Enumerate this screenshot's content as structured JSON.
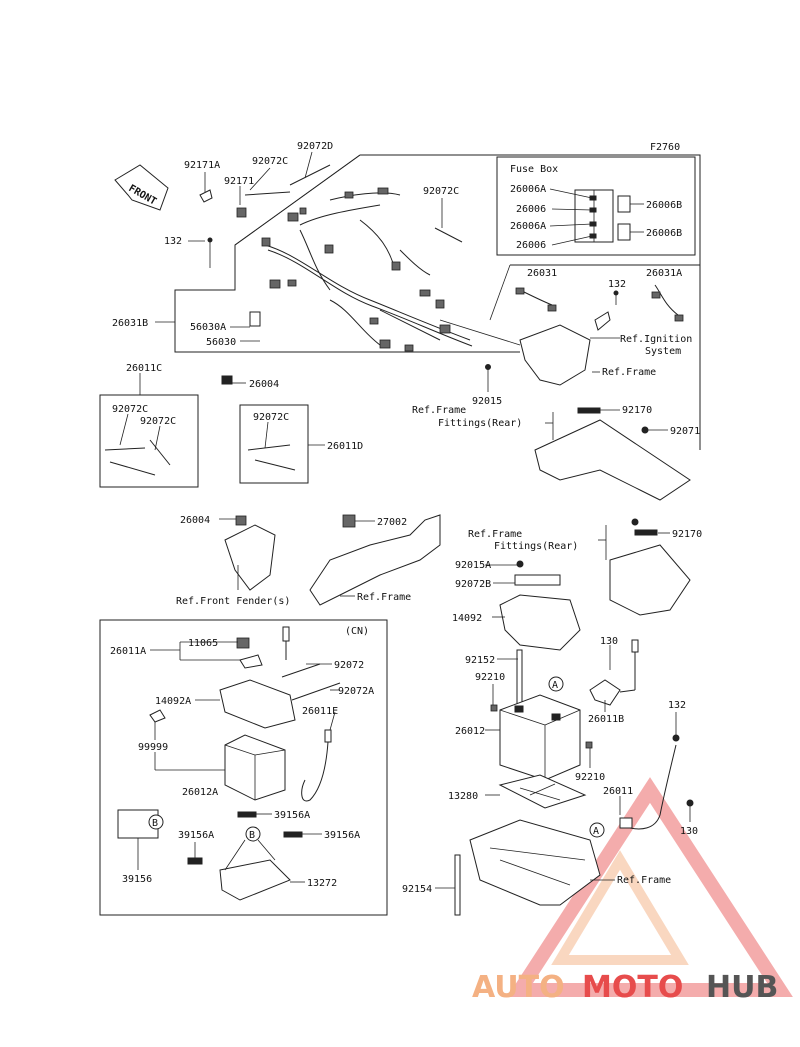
{
  "diagram_code": "F2760",
  "direction_label": "FRONT",
  "fuse_box": {
    "title": "Fuse Box",
    "left_labels": [
      "26006A",
      "26006",
      "26006A",
      "26006"
    ],
    "right_labels": [
      "26006B",
      "26006B"
    ]
  },
  "cn_label": "(CN)",
  "callouts": {
    "c92171A": "92171A",
    "c92072C_1": "92072C",
    "c92072D": "92072D",
    "c92171": "92171",
    "c92072C_2": "92072C",
    "c132_1": "132",
    "c26031B": "26031B",
    "c56030A": "56030A",
    "c56030": "56030",
    "c26004_1": "26004",
    "c26031": "26031",
    "c132_2": "132",
    "c26031A": "26031A",
    "c_ignition": "Ref.Ignition",
    "c_ignition2": "System",
    "c_frame_1": "Ref.Frame",
    "c92015": "92015",
    "c_fittings_1": "Ref.Frame",
    "c_fittings_1b": "Fittings(Rear)",
    "c92170_1": "92170",
    "c92071": "92071",
    "c26011C": "26011C",
    "c92072C_3": "92072C",
    "c92072C_4": "92072C",
    "c92072C_5": "92072C",
    "c26011D": "26011D",
    "c26004_2": "26004",
    "c27002": "27002",
    "c_front_fender": "Ref.Front Fender(s)",
    "c_frame_2": "Ref.Frame",
    "c_fittings_2": "Ref.Frame",
    "c_fittings_2b": "Fittings(Rear)",
    "c92170_2": "92170",
    "c92015A": "92015A",
    "c92072B": "92072B",
    "c14092": "14092",
    "c92152": "92152",
    "c130_1": "130",
    "c92210_1": "92210",
    "c26011B": "26011B",
    "c132_3": "132",
    "c26012": "26012",
    "c92210_2": "92210",
    "c13280": "13280",
    "c26011": "26011",
    "c130_2": "130",
    "c92154": "92154",
    "c_frame_3": "Ref.Frame",
    "c26011A": "26011A",
    "c11065": "11065",
    "c92072": "92072",
    "c92072A": "92072A",
    "c14092A": "14092A",
    "c26011E": "26011E",
    "c99999": "99999",
    "c26012A": "26012A",
    "c39156A_1": "39156A",
    "c39156A_2": "39156A",
    "c39156A_3": "39156A",
    "c39156": "39156",
    "c13272": "13272",
    "mark_A1": "A",
    "mark_A2": "A",
    "mark_B1": "B",
    "mark_B2": "B"
  },
  "watermark": {
    "part1": "AUTO",
    "part2": "MOTO",
    "part3": "HUB"
  },
  "colors": {
    "ink": "#222222",
    "wm_light": "#f4b183",
    "wm_red": "#e74c4c",
    "wm_grey": "#555555"
  }
}
